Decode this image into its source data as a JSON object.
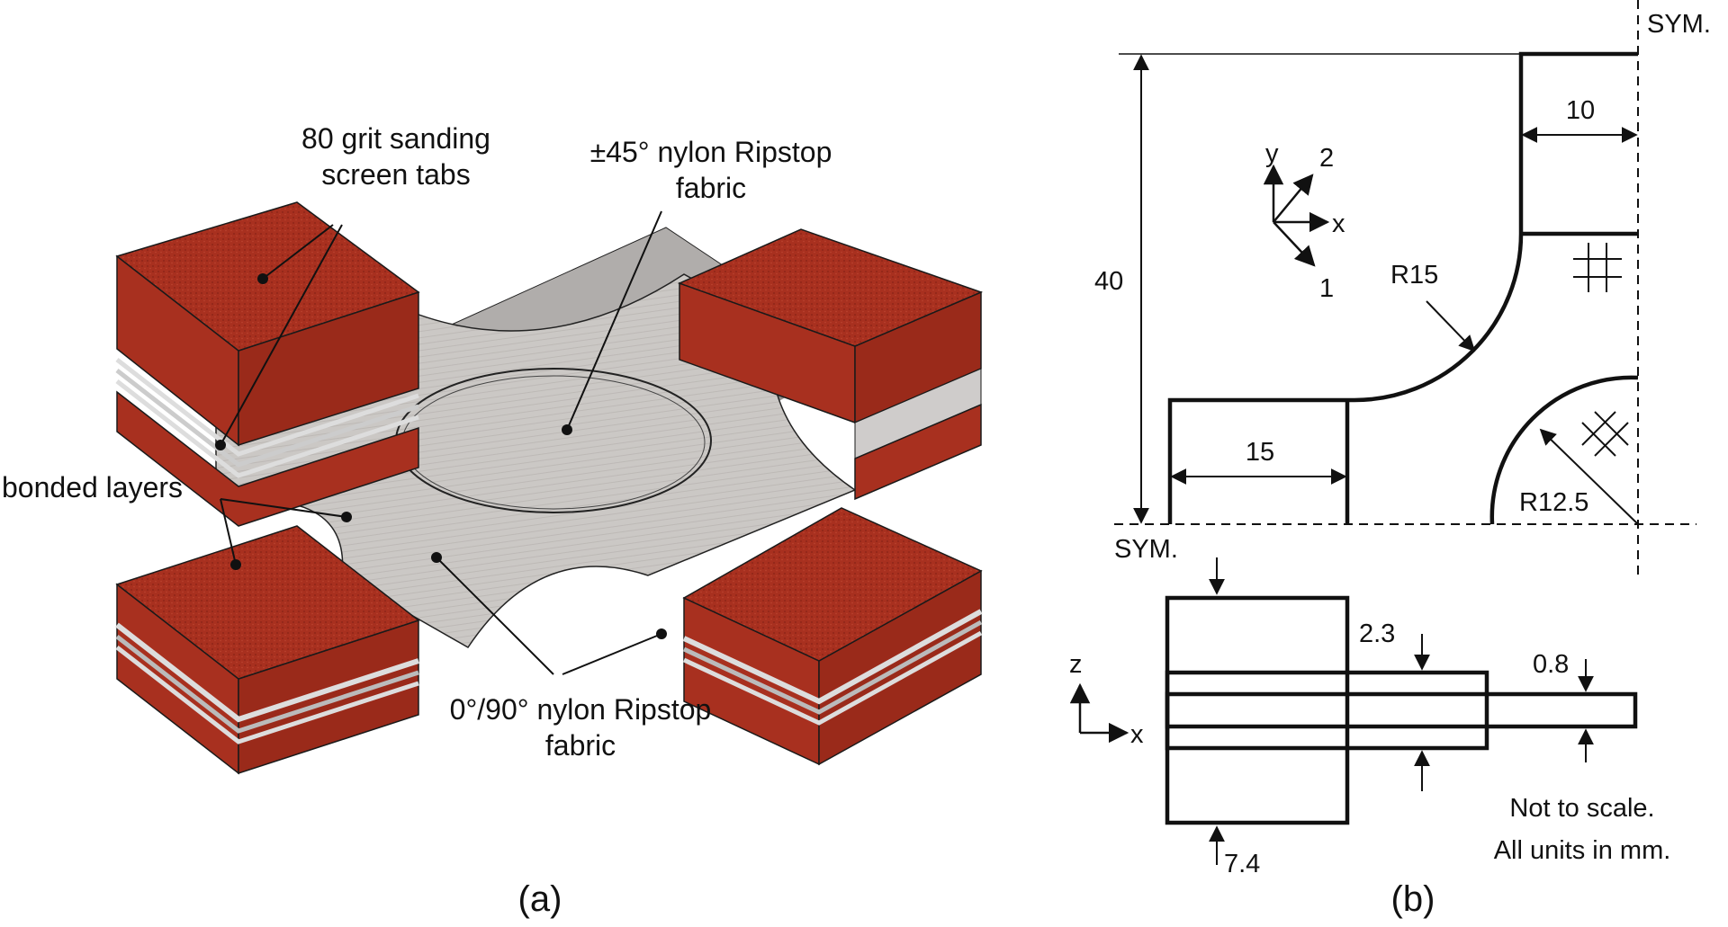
{
  "panel_a": {
    "caption": "(a)",
    "labels": {
      "tabs_line1": "80 grit sanding",
      "tabs_line2": "screen tabs",
      "pm45_line1": "±45° nylon Ripstop",
      "pm45_line2": "fabric",
      "bonded": "bonded layers",
      "r090_line1": "0°/90° nylon Ripstop",
      "r090_line2": "fabric"
    },
    "colors": {
      "tab": "#a8301f",
      "tab_top": "#b5371f",
      "fabric": "#c9c6c3",
      "fabric_layer": "#9a9795",
      "outline": "#1a1a1a"
    }
  },
  "panel_b": {
    "caption": "(b)",
    "sym_top": "SYM.",
    "sym_left": "SYM.",
    "dims": {
      "height": "40",
      "tab_width_top": "10",
      "tab_width_left": "15",
      "fillet_radius": "R15",
      "hole_radius": "R12.5",
      "t_middle": "2.3",
      "t_center": "0.8",
      "t_total": "7.4"
    },
    "axes": {
      "y": "y",
      "x": "x",
      "d1": "1",
      "d2": "2",
      "z": "z",
      "x2": "x"
    },
    "notes": {
      "line1": "Not to scale.",
      "line2": "All units in mm."
    }
  }
}
